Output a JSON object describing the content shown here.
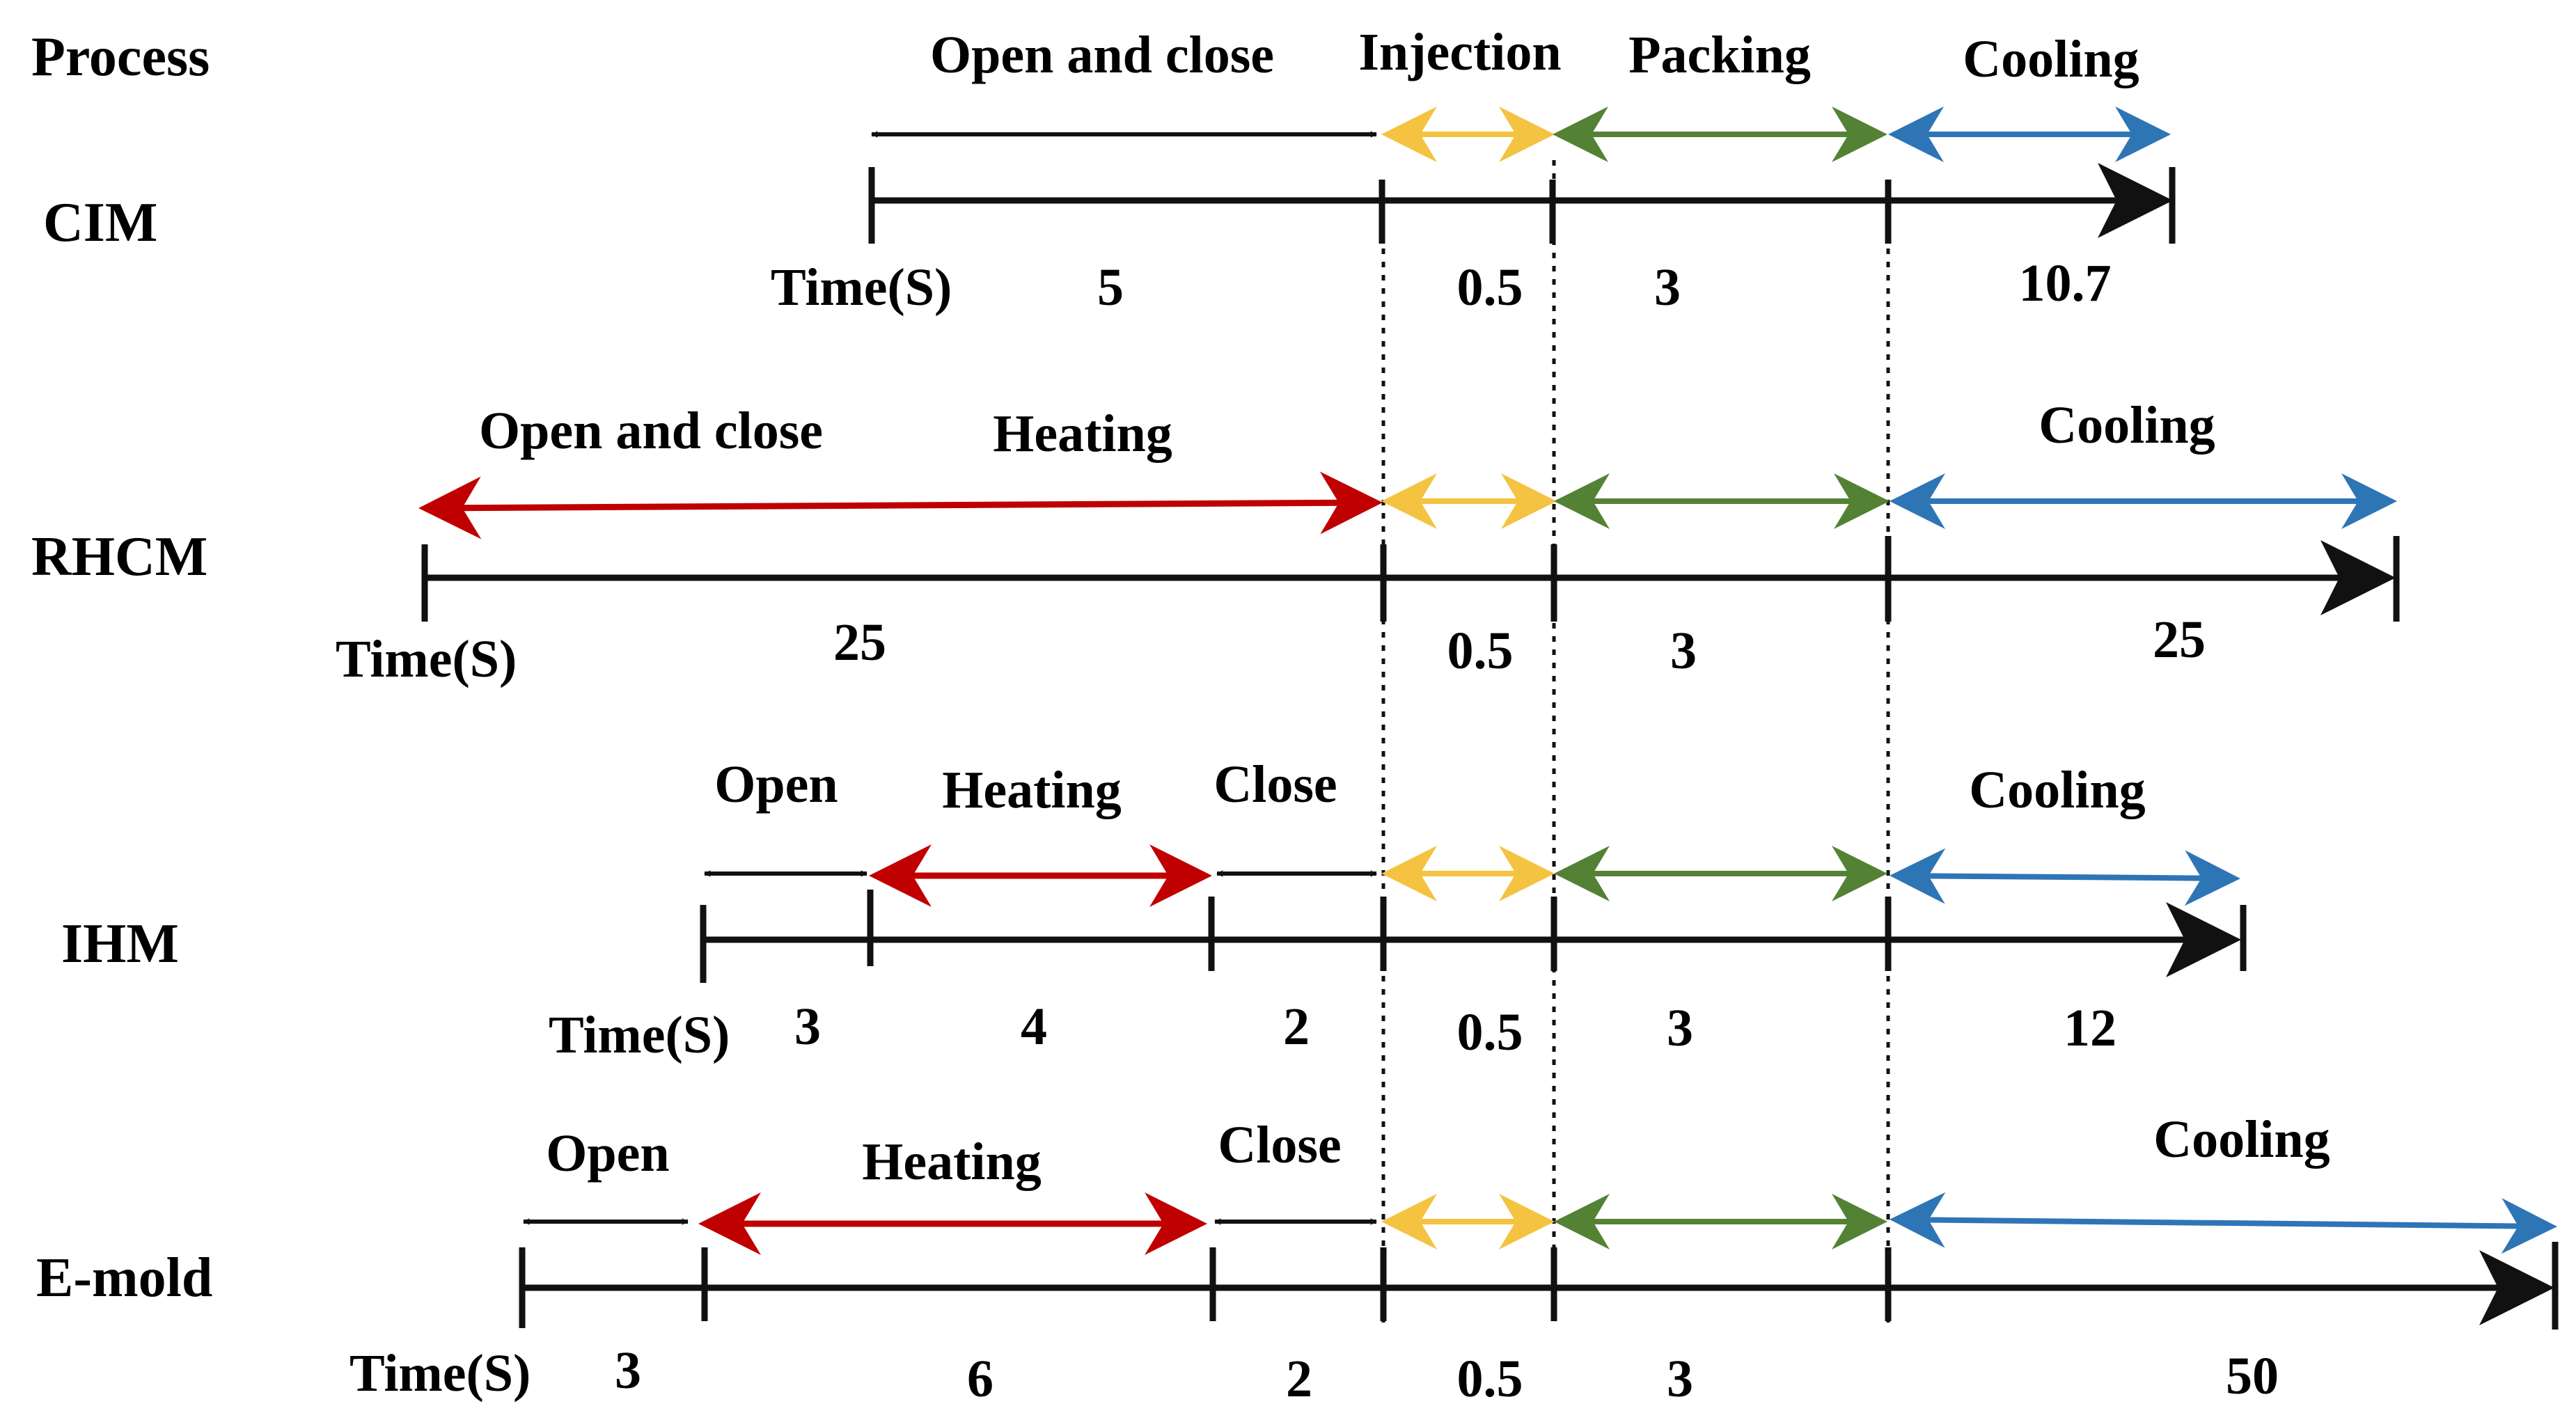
{
  "header": {
    "process_label": "Process"
  },
  "colors": {
    "black": "#111111",
    "heating": "#c00000",
    "injection": "#f5c342",
    "packing": "#548235",
    "cooling": "#2e75b6"
  },
  "time_axis_label": "Time(S)",
  "rows": [
    {
      "name": "CIM",
      "phases": [
        {
          "label": "Open and close",
          "color": "black",
          "duration": "5"
        },
        {
          "label": "Injection",
          "color": "injection",
          "duration": "0.5"
        },
        {
          "label": "Packing",
          "color": "packing",
          "duration": "3"
        },
        {
          "label": "Cooling",
          "color": "cooling",
          "duration": "10.7"
        }
      ]
    },
    {
      "name": "RHCM",
      "phase_labels": [
        "Open and close",
        "Heating",
        "Cooling"
      ],
      "phases": [
        {
          "label": "Open and close / Heating",
          "color": "heating",
          "duration": "25"
        },
        {
          "label": "",
          "color": "injection",
          "duration": "0.5"
        },
        {
          "label": "",
          "color": "packing",
          "duration": "3"
        },
        {
          "label": "Cooling",
          "color": "cooling",
          "duration": "25"
        }
      ]
    },
    {
      "name": "IHM",
      "phases": [
        {
          "label": "Open",
          "color": "black",
          "duration": "3"
        },
        {
          "label": "Heating",
          "color": "heating",
          "duration": "4"
        },
        {
          "label": "Close",
          "color": "black",
          "duration": "2"
        },
        {
          "label": "",
          "color": "injection",
          "duration": "0.5"
        },
        {
          "label": "",
          "color": "packing",
          "duration": "3"
        },
        {
          "label": "Cooling",
          "color": "cooling",
          "duration": "12"
        }
      ]
    },
    {
      "name": "E-mold",
      "phases": [
        {
          "label": "Open",
          "color": "black",
          "duration": "3"
        },
        {
          "label": "Heating",
          "color": "heating",
          "duration": "6"
        },
        {
          "label": "Close",
          "color": "black",
          "duration": "2"
        },
        {
          "label": "",
          "color": "injection",
          "duration": "0.5"
        },
        {
          "label": "",
          "color": "packing",
          "duration": "3"
        },
        {
          "label": "Cooling",
          "color": "cooling",
          "duration": "50"
        }
      ]
    }
  ]
}
